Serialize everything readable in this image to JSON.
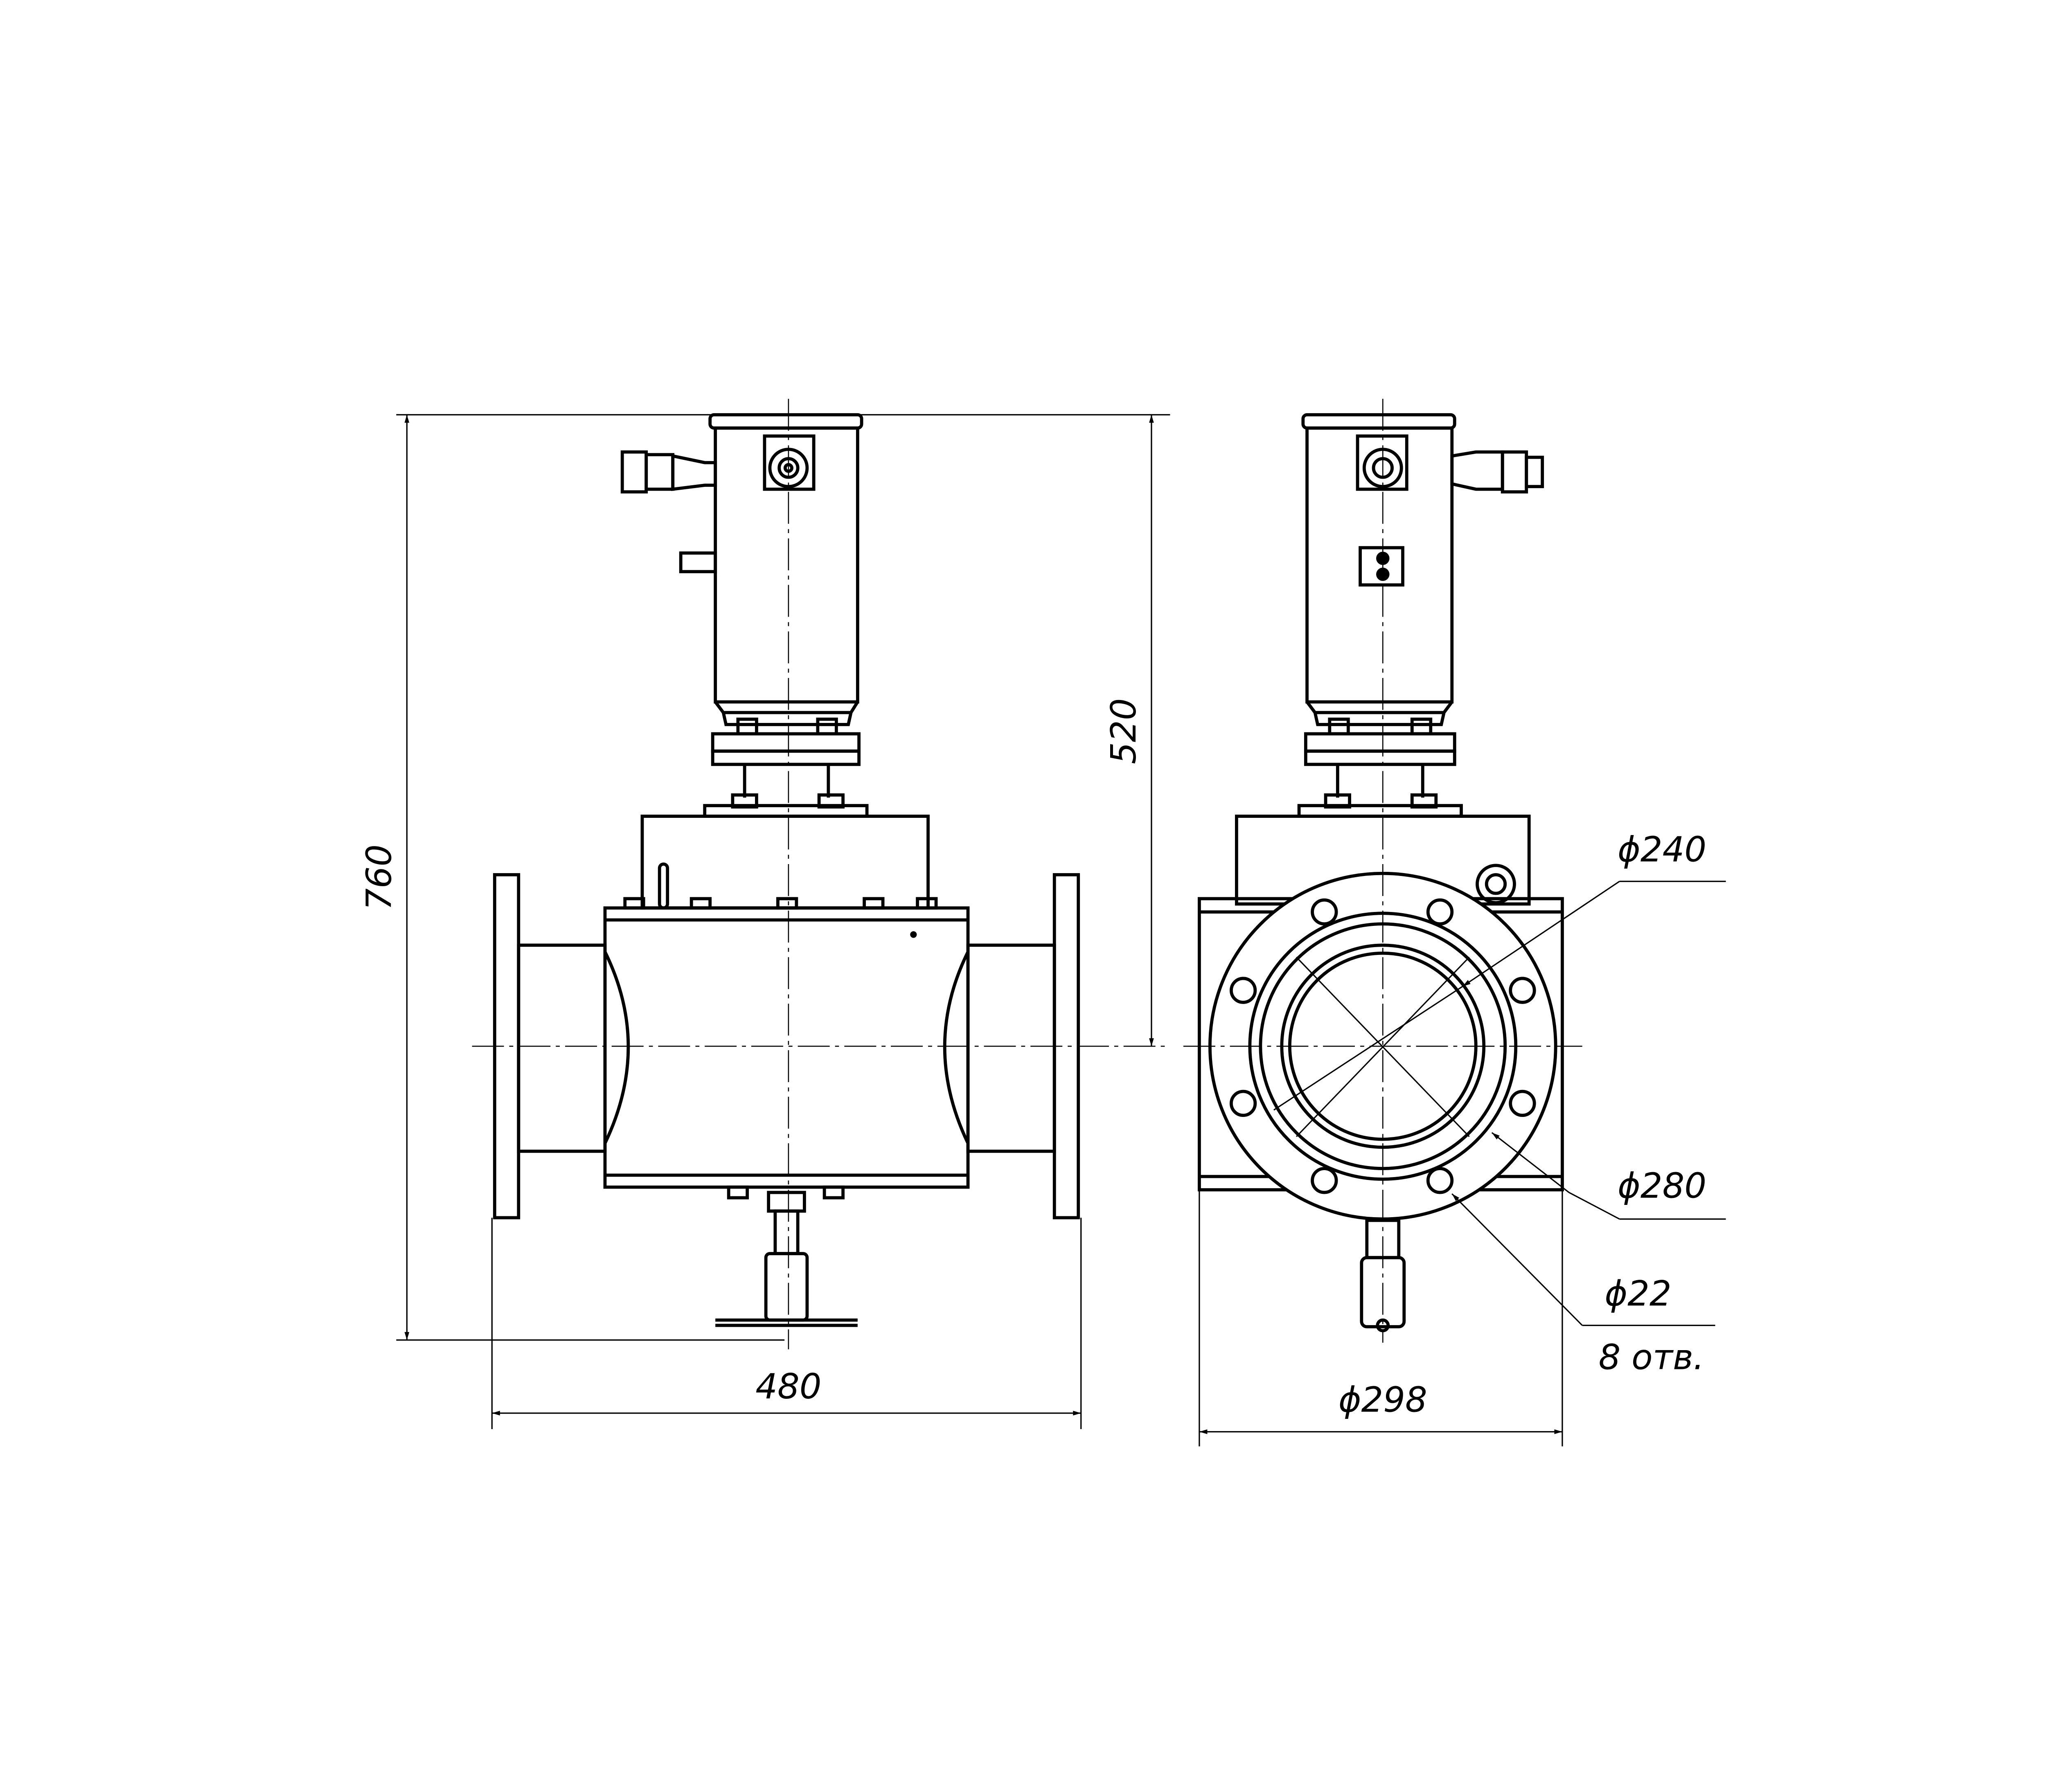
{
  "drawing": {
    "dimensions": {
      "height_total": "760",
      "height_axis": "520",
      "length": "480",
      "flange_outer": "ϕ298",
      "inner_diameter": "ϕ240",
      "bolt_circle": "ϕ280",
      "hole_diameter": "ϕ22",
      "hole_count": "8 отв."
    }
  }
}
